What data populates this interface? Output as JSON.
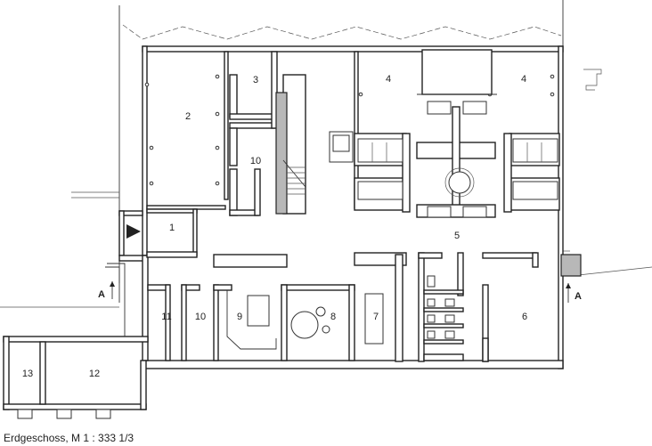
{
  "caption": "Erdgeschoss, M 1 : 333 1/3",
  "section_marks": {
    "left": "A",
    "right": "A"
  },
  "rooms": [
    "1",
    "2",
    "3",
    "4",
    "4",
    "5",
    "6",
    "7",
    "8",
    "9",
    "10",
    "10",
    "11",
    "12",
    "13"
  ]
}
